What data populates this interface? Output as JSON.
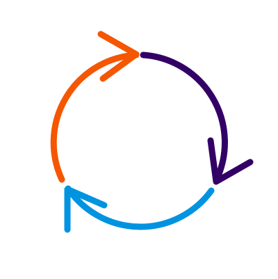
{
  "diagram": {
    "type": "cycle",
    "direction": "clockwise",
    "segments": [
      {
        "id": "orange",
        "color": "#f55600"
      },
      {
        "id": "purple",
        "color": "#330066"
      },
      {
        "id": "blue",
        "color": "#0093e0"
      }
    ]
  }
}
